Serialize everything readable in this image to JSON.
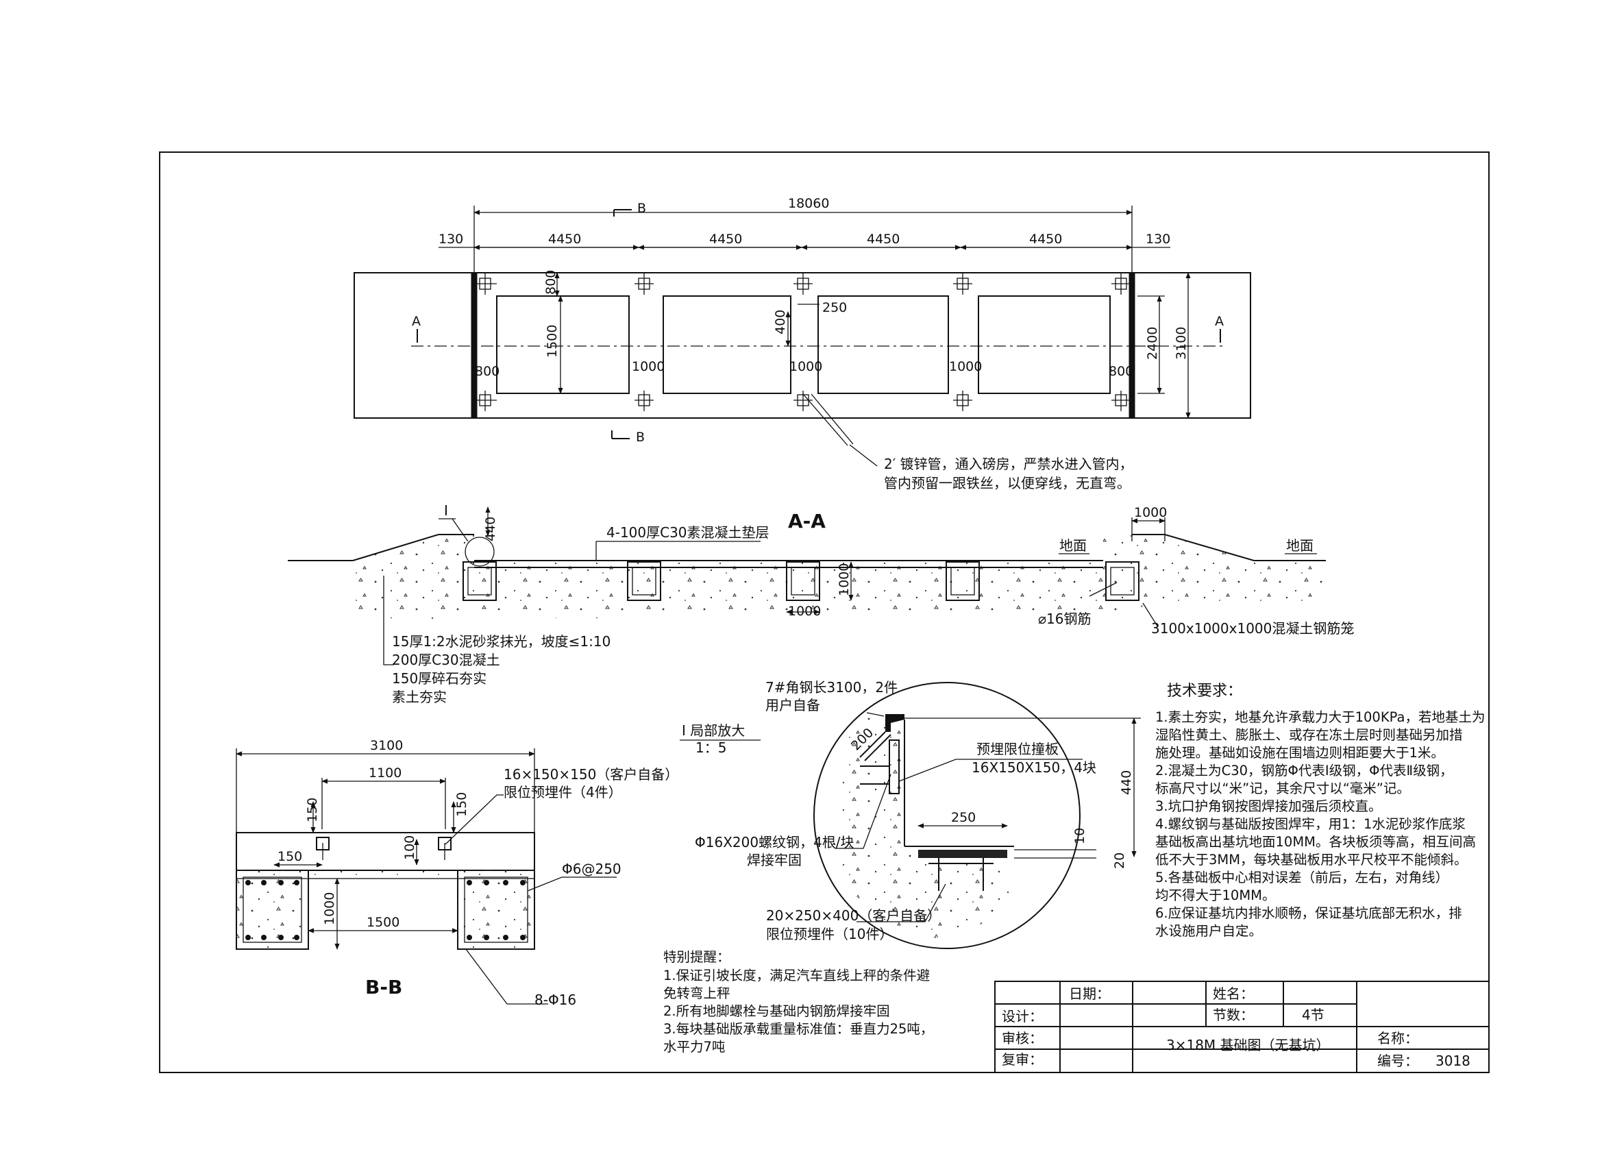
{
  "plan": {
    "total_length": "18060",
    "edge_left": "130",
    "edge_right": "130",
    "spans": [
      "4450",
      "4450",
      "4450",
      "4450"
    ],
    "width_outer": "3100",
    "width_inner": "2400",
    "dim_800_top": "800",
    "dim_1500": "1500",
    "dim_400": "400",
    "dim_250": "250",
    "gap_labels": [
      "800",
      "1000",
      "1000",
      "1000",
      "800"
    ],
    "section_a": "A",
    "section_b": "B",
    "pipe_note_1": "2′ 镀锌管，通入磅房，严禁水进入管内，",
    "pipe_note_2": "管内预留一跟铁丝，以便穿线，无直弯。"
  },
  "section_aa": {
    "title": "A-A",
    "callout_I": "I",
    "dim_440": "440",
    "dim_1000_top": "1000",
    "dim_1000_v": "1000",
    "dim_1000_h": "1000",
    "cushion_label": "4-100厚C30素混凝土垫层",
    "ground_1": "地面",
    "ground_2": "地面",
    "rebar_label": "⌀16钢筋",
    "cage_label": "3100x1000x1000混凝土钢筋笼",
    "layers": [
      "15厚1:2水泥砂浆抹光，坡度≤1:10",
      "200厚C30混凝土",
      "150厚碎石夯实",
      "素土夯实"
    ]
  },
  "detail_I": {
    "title": "I 局部放大",
    "scale": "1：5",
    "angle_steel_1": "7#角钢长3100，2件",
    "angle_steel_2": "用户自备",
    "dim_200": "200",
    "stop_plate_1": "预埋限位撞板",
    "stop_plate_2": "16X150X150，4块",
    "dim_440": "440",
    "dim_250": "250",
    "dim_10": "10",
    "dim_20": "20",
    "rebar_1": "Φ16X200螺纹钢，4根/块",
    "rebar_2": "焊接牢固",
    "embed_1": "20×250×400（客户自备）",
    "embed_2": "限位预埋件（10件）"
  },
  "section_bb": {
    "title": "B-B",
    "dim_3100": "3100",
    "dim_1100": "1100",
    "dim_150_a": "150",
    "dim_150_b": "150",
    "dim_150_c": "150",
    "dim_100": "100",
    "dim_1000": "1000",
    "dim_1500": "1500",
    "embed_1": "16×150×150（客户自备）",
    "embed_2": "限位预埋件（4件）",
    "stirrup": "Φ6@250",
    "main_rebar": "8-Φ16"
  },
  "tech": {
    "title": "技术要求：",
    "lines": [
      "1.素土夯实，地基允许承载力大于100KPa，若地基土为",
      "湿陷性黄土、膨胀土、或存在冻土层时则基础另加措",
      "施处理。基础如设施在围墙边则相距要大于1米。",
      "2.混凝土为C30，钢筋Φ代表Ⅰ级钢，Φ代表Ⅱ级钢，",
      "标高尺寸以“米”记，其余尺寸以“毫米”记。",
      "3.坑口护角钢按图焊接加强后须校直。",
      "4.螺纹钢与基础版按图焊牢，用1：1水泥砂浆作底浆",
      "基础板高出基坑地面10MM。各块板须等高，相互间高",
      "低不大于3MM，每块基础板用水平尺校平不能倾斜。",
      "5.各基础板中心相对误差（前后，左右，对角线）",
      "均不得大于10MM。",
      "6.应保证基坑内排水顺畅，保证基坑底部无积水，排",
      "水设施用户自定。"
    ]
  },
  "special": {
    "title": "特别提醒：",
    "lines": [
      "1.保证引坡长度，满足汽车直线上秤的条件避",
      "免转弯上秤",
      "2.所有地脚螺栓与基础内钢筋焊接牢固",
      "3.每块基础版承载重量标准值：垂直力25吨，",
      "水平力7吨"
    ]
  },
  "titleblock": {
    "date_label": "日期：",
    "name_label": "姓名：",
    "design_label": "设计：",
    "sections_label": "节数：",
    "sections_value": "4节",
    "review_label": "审核：",
    "recheck_label": "复审：",
    "drawing_title": "3×18M 基础图（无基坑）",
    "title_label": "名称：",
    "number_label": "编号：",
    "number_value": "3018"
  }
}
